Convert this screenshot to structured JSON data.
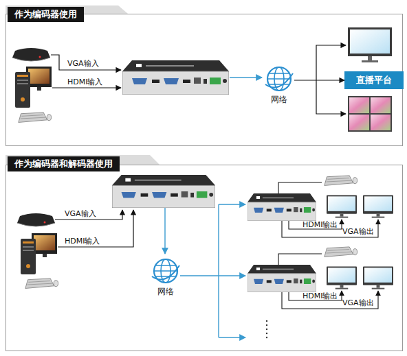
{
  "diagram": {
    "nodes": [
      {
        "text": [
          "作为编码器使用"
        ]
      },
      {
        "text": [
          "网络"
        ],
        "in": 0
      },
      {
        "text": [
          "直播平台"
        ],
        "in": 0
      },
      {
        "text": [
          "作为编码器和解码器使用"
        ]
      },
      {
        "text": [
          "网络"
        ],
        "in": 3
      }
    ],
    "edges": [
      {
        "from": 1,
        "to": 2,
        "arrow": "to"
      }
    ],
    "labels": [
      "VGA输入",
      "HDMI输入",
      "VGA输入",
      "HDMI输入",
      "HDMI输出",
      "VGA输出",
      "HDMI输出",
      "VGA输出"
    ]
  }
}
